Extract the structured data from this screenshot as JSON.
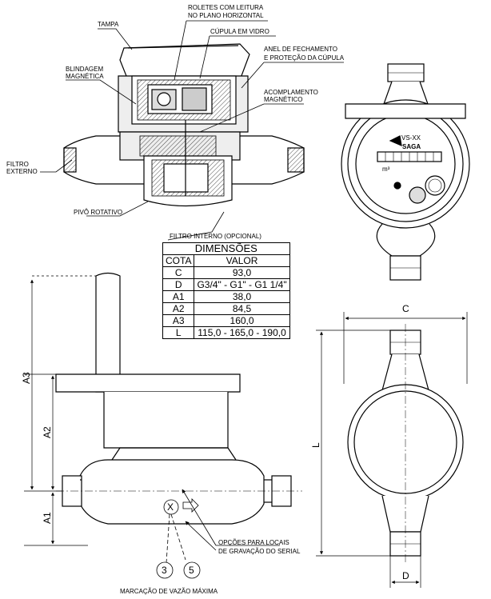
{
  "cutaway_labels": {
    "tampa": "TAMPA",
    "roletes": [
      "ROLETES COM LEITURA",
      "NO PLANO HORIZONTAL"
    ],
    "cupula": "CÚPULA EM VIDRO",
    "anel": [
      "ANEL DE FECHAMENTO",
      "E PROTEÇÃO DA CÚPULA"
    ],
    "blindagem": [
      "BLINDAGEM",
      "MAGNÉTICA"
    ],
    "acoplamento": [
      "ACOMPLAMENTO",
      "MAGNÉTICO"
    ],
    "filtro_externo": [
      "FILTRO",
      "EXTERNO"
    ],
    "pivo": "PIVÔ ROTATIVO",
    "filtro_interno": "FILTRO INTERNO (OPCIONAL)"
  },
  "dial": {
    "model": "VS-XX",
    "brand": "SAGA",
    "unit": "m³"
  },
  "dimensions_table": {
    "title": "DIMENSÕES",
    "headers": [
      "COTA",
      "VALOR"
    ],
    "rows": [
      {
        "cota": "C",
        "valor": "93,0"
      },
      {
        "cota": "D",
        "valor": "G3/4\" - G1\" - G1 1/4\""
      },
      {
        "cota": "A1",
        "valor": "38,0"
      },
      {
        "cota": "A2",
        "valor": "84,5"
      },
      {
        "cota": "A3",
        "valor": "160,0"
      },
      {
        "cota": "L",
        "valor": "115,0 - 165,0 - 190,0"
      }
    ]
  },
  "drawing_labels": {
    "a3": "A3",
    "a2": "A2",
    "a1": "A1",
    "c": "C",
    "l": "L",
    "d": "D",
    "x_mark": "X",
    "circle_3": "3",
    "circle_5": "5",
    "opcoes": [
      "OPÇÕES PARA  LOCAIS",
      "DE GRAVAÇÃO DO SERIAL"
    ],
    "marcacao": "MARCAÇÃO DE VAZÃO MÁXIMA"
  }
}
